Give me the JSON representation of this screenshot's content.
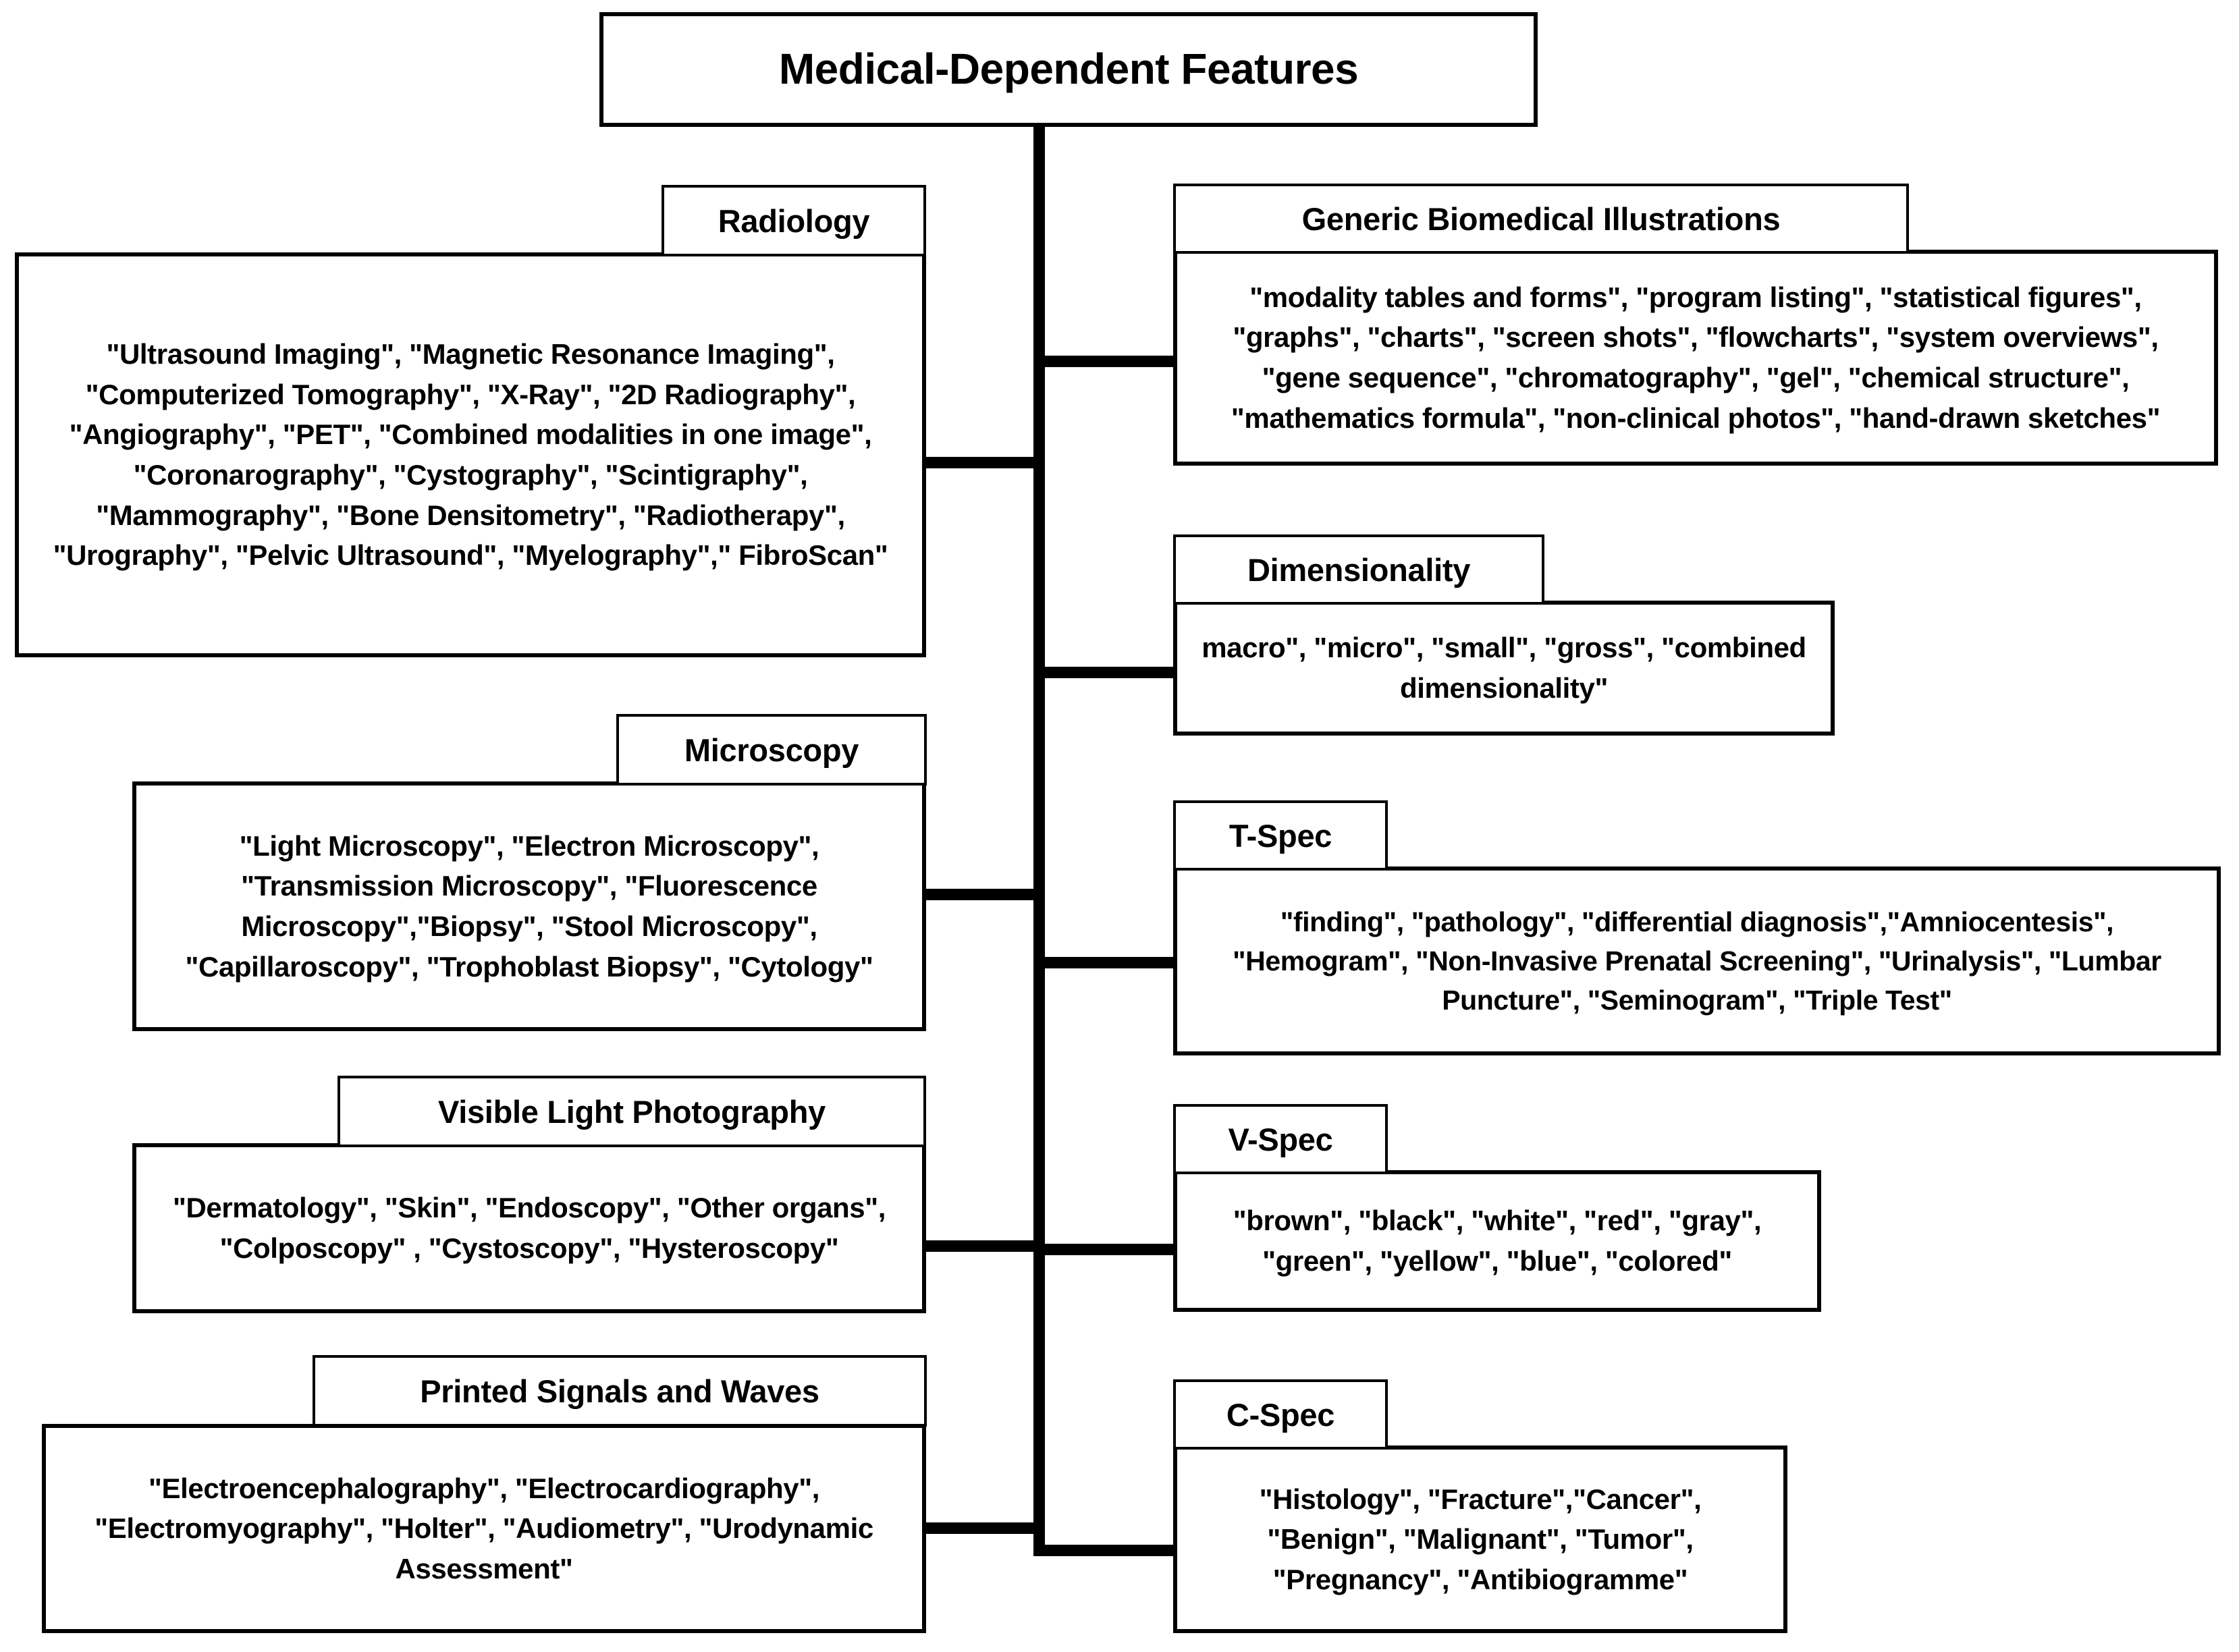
{
  "diagram": {
    "type": "hierarchy-tree",
    "root": {
      "title": "Medical-Dependent Features"
    },
    "branches": [
      {
        "id": "radiology",
        "side": "left",
        "header": "Radiology",
        "items": "\"Ultrasound Imaging\", \"Magnetic Resonance Imaging\", \"Computerized Tomography\", \"X-Ray\", \"2D Radiography\", \"Angiography\", \"PET\", \"Combined modalities in one image\", \"Coronarography\", \"Cystography\", \"Scintigraphy\", \"Mammography\", \"Bone Densitometry\", \"Radiotherapy\", \"Urography\", \"Pelvic Ultrasound\", \"Myelography\",\" FibroScan\""
      },
      {
        "id": "generic-biomedical-illustrations",
        "side": "right",
        "header": "Generic Biomedical Illustrations",
        "items": "\"modality tables and forms\", \"program listing\", \"statistical figures\", \"graphs\", \"charts\", \"screen shots\", \"flowcharts\", \"system overviews\", \"gene sequence\", \"chromatography\", \"gel\", \"chemical structure\", \"mathematics formula\", \"non-clinical photos\", \"hand-drawn sketches\""
      },
      {
        "id": "dimensionality",
        "side": "right",
        "header": "Dimensionality",
        "items": "macro\", \"micro\", \"small\", \"gross\", \"combined dimensionality\""
      },
      {
        "id": "microscopy",
        "side": "left",
        "header": "Microscopy",
        "items": "\"Light Microscopy\", \"Electron Microscopy\", \"Transmission Microscopy\", \"Fluorescence Microscopy\",\"Biopsy\", \"Stool Microscopy\", \"Capillaroscopy\", \"Trophoblast Biopsy\", \"Cytology\""
      },
      {
        "id": "t-spec",
        "side": "right",
        "header": "T-Spec",
        "items": "\"finding\", \"pathology\", \"differential diagnosis\",\"Amniocentesis\", \"Hemogram\", \"Non-Invasive Prenatal Screening\", \"Urinalysis\", \"Lumbar Puncture\", \"Seminogram\", \"Triple Test\""
      },
      {
        "id": "visible-light-photography",
        "side": "left",
        "header": "Visible Light Photography",
        "items": "\"Dermatology\", \"Skin\", \"Endoscopy\", \"Other organs\", \"Colposcopy\" , \"Cystoscopy\", \"Hysteroscopy\""
      },
      {
        "id": "v-spec",
        "side": "right",
        "header": "V-Spec",
        "items": "\"brown\", \"black\", \"white\", \"red\", \"gray\", \"green\", \"yellow\", \"blue\", \"colored\""
      },
      {
        "id": "printed-signals-and-waves",
        "side": "left",
        "header": "Printed Signals and Waves",
        "items": "\"Electroencephalography\", \"Electrocardiography\", \"Electromyography\", \"Holter\", \"Audiometry\", \"Urodynamic Assessment\""
      },
      {
        "id": "c-spec",
        "side": "right",
        "header": "C-Spec",
        "items": "\"Histology\", \"Fracture\",\"Cancer\", \"Benign\", \"Malignant\", \"Tumor\", \"Pregnancy\", \"Antibiogramme\""
      }
    ],
    "colors": {
      "stroke": "#000000",
      "fill": "#ffffff",
      "text": "#000000"
    }
  }
}
